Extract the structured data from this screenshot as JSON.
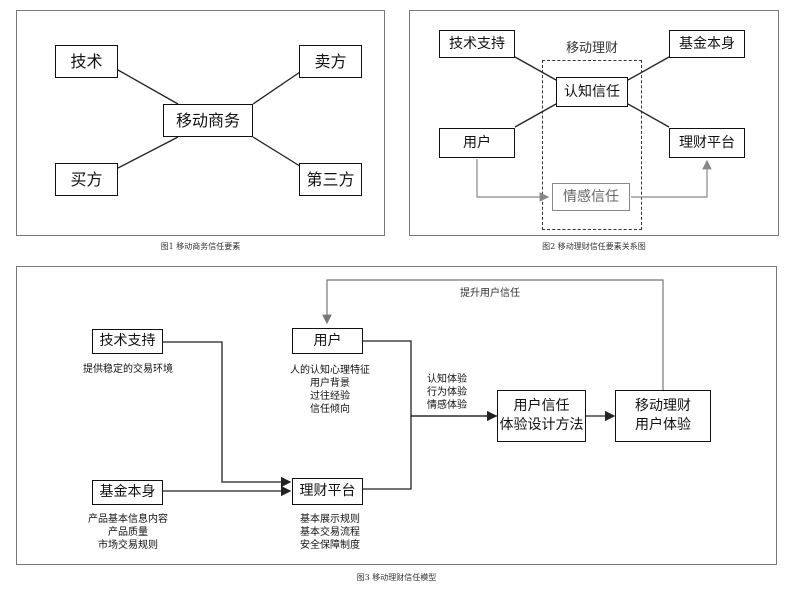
{
  "fig1": {
    "center": "移动商务",
    "top_left": "技术",
    "top_right": "卖方",
    "bottom_left": "买方",
    "bottom_right": "第三方",
    "caption": "图1 移动商务信任要素"
  },
  "fig2": {
    "group_label": "移动理财",
    "tech_support": "技术支持",
    "fund_itself": "基金本身",
    "cognitive_trust": "认知信任",
    "user": "用户",
    "platform": "理财平台",
    "emotional_trust": "情感信任",
    "caption": "图2 移动理财信任要素关系图"
  },
  "fig3": {
    "feedback_label": "提升用户信任",
    "tech_support": "技术支持",
    "tech_note": "提供稳定的交易环境",
    "user": "用户",
    "user_notes": [
      "人的认知心理特征",
      "用户背景",
      "过往经验",
      "信任倾向"
    ],
    "experience_notes": [
      "认知体验",
      "行为体验",
      "情感体验"
    ],
    "method_lines": [
      "用户信任",
      "体验设计方法"
    ],
    "result_lines": [
      "移动理财",
      "用户体验"
    ],
    "fund_itself": "基金本身",
    "fund_notes": [
      "产品基本信息内容",
      "产品质量",
      "市场交易规则"
    ],
    "platform": "理财平台",
    "platform_notes": [
      "基本展示规则",
      "基本交易流程",
      "安全保障制度"
    ],
    "caption": "图3 移动理财信任模型"
  }
}
